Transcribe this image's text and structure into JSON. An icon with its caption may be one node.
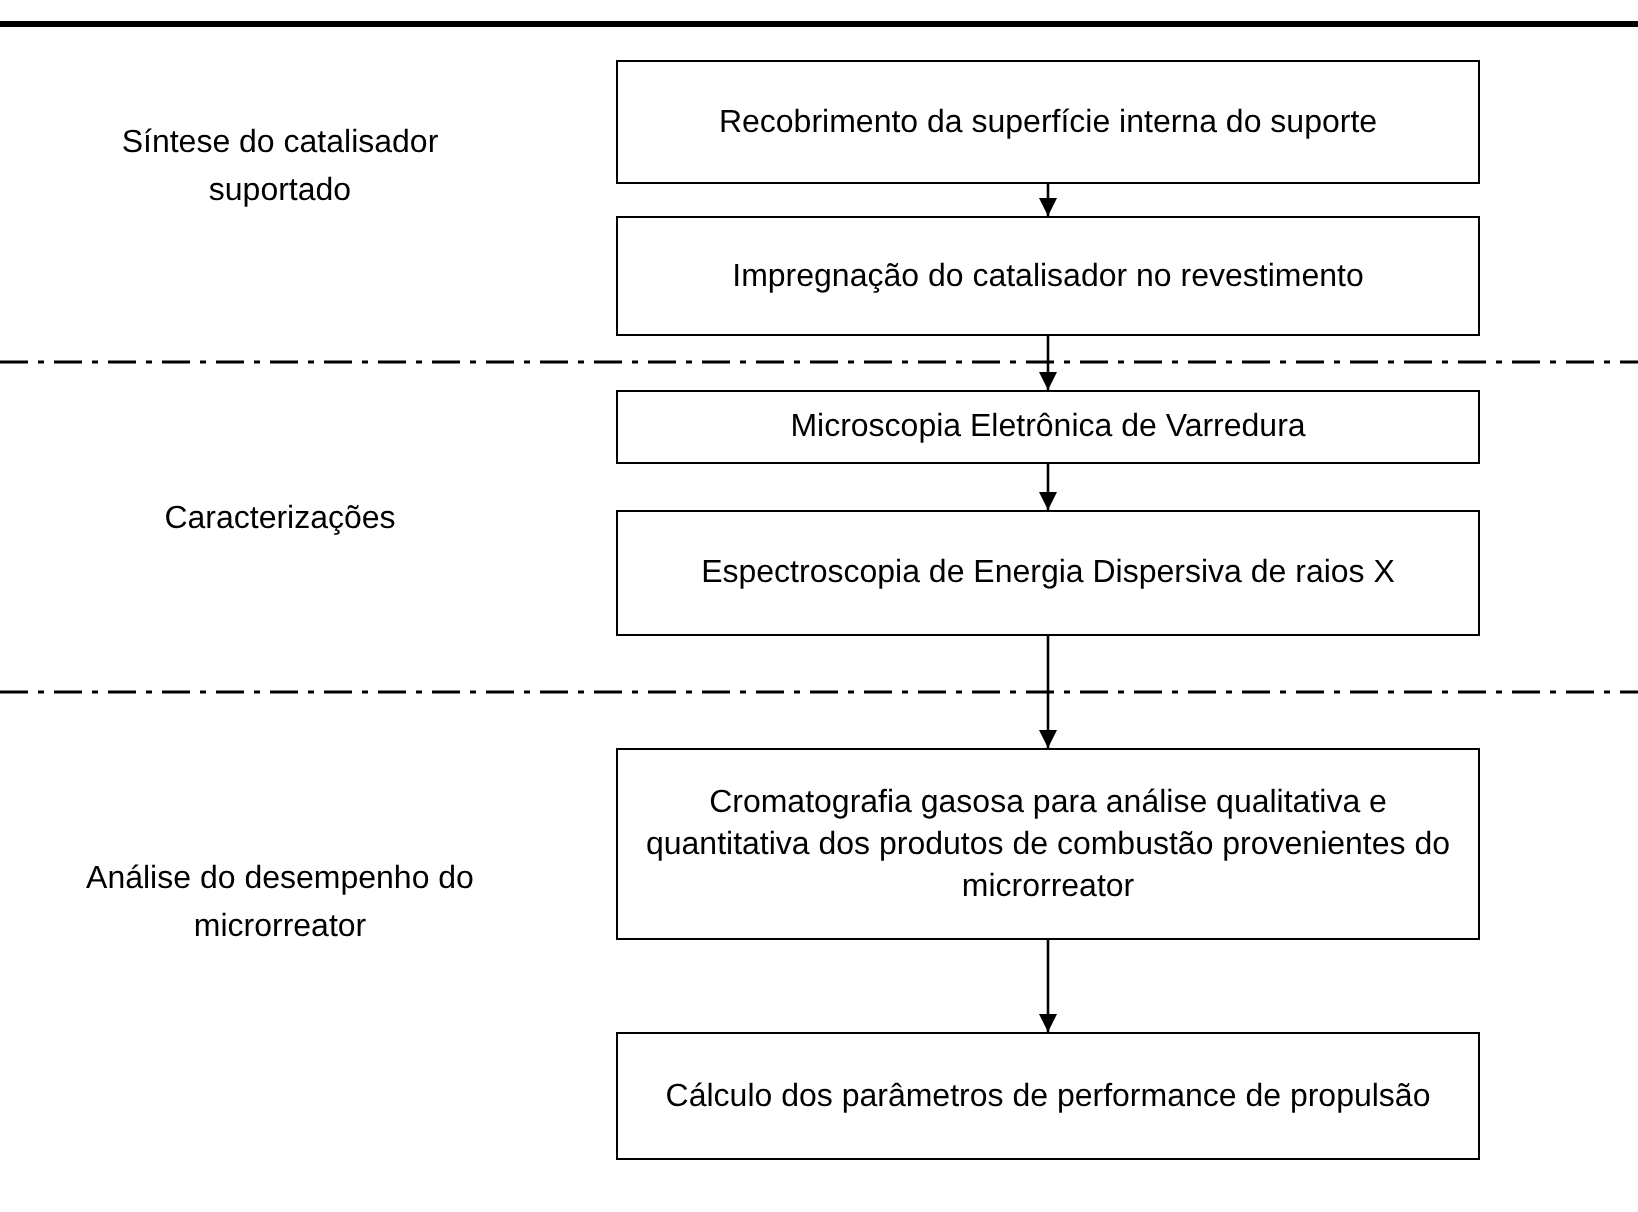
{
  "diagram": {
    "nodes": [
      {
        "text": [
          "Recobrimento da superfície interna do suporte"
        ]
      },
      {
        "text": [
          "Impregnação do catalisador no revestimento"
        ]
      },
      {
        "text": [
          "Microscopia Eletrônica de Varredura"
        ]
      },
      {
        "text": [
          "Espectroscopia de Energia Dispersiva de raios X"
        ]
      },
      {
        "text": [
          "Cromatografia gasosa para análise qualitativa e quantitativa dos produtos de combustão provenientes do microrreator"
        ]
      },
      {
        "text": [
          "Cálculo dos parâmetros de performance de propulsão"
        ]
      }
    ],
    "edges": [
      {
        "from": 0,
        "to": 1,
        "arrow": "to"
      },
      {
        "from": 1,
        "to": 2,
        "arrow": "to"
      },
      {
        "from": 2,
        "to": 3,
        "arrow": "to"
      },
      {
        "from": 3,
        "to": 4,
        "arrow": "to"
      },
      {
        "from": 4,
        "to": 5,
        "arrow": "to"
      }
    ],
    "labels": [
      "Síntese do catalisador suportado",
      "Caracterizações",
      "Análise do desempenho do microrreator"
    ]
  }
}
